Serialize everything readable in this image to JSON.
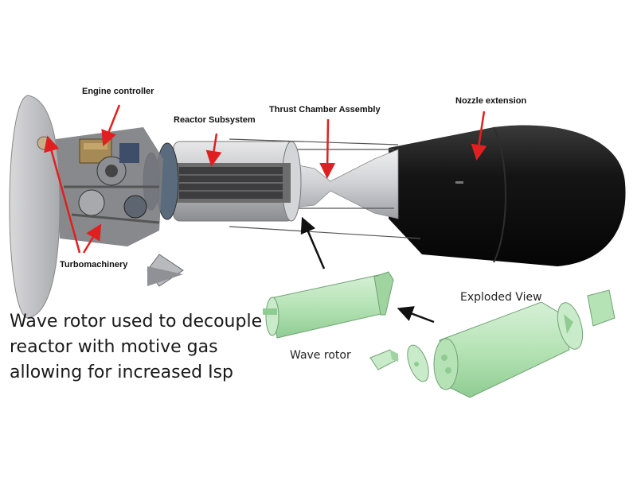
{
  "labels": {
    "engine_controller": "Engine controller",
    "reactor_subsystem": "Reactor Subsystem",
    "thrust_chamber": "Thrust Chamber Assembly",
    "nozzle_extension": "Nozzle extension",
    "turbomachinery": "Turbomachinery",
    "exploded_view": "Exploded View",
    "wave_rotor": "Wave rotor"
  },
  "caption": {
    "line1": "Wave rotor used to decouple",
    "line2": "reactor with motive gas",
    "line3": "allowing for increased Isp"
  },
  "colors": {
    "arrow_red": "#e02020",
    "rotor_green": "#b6e3b6",
    "nozzle_black": "#1a1a1a"
  }
}
